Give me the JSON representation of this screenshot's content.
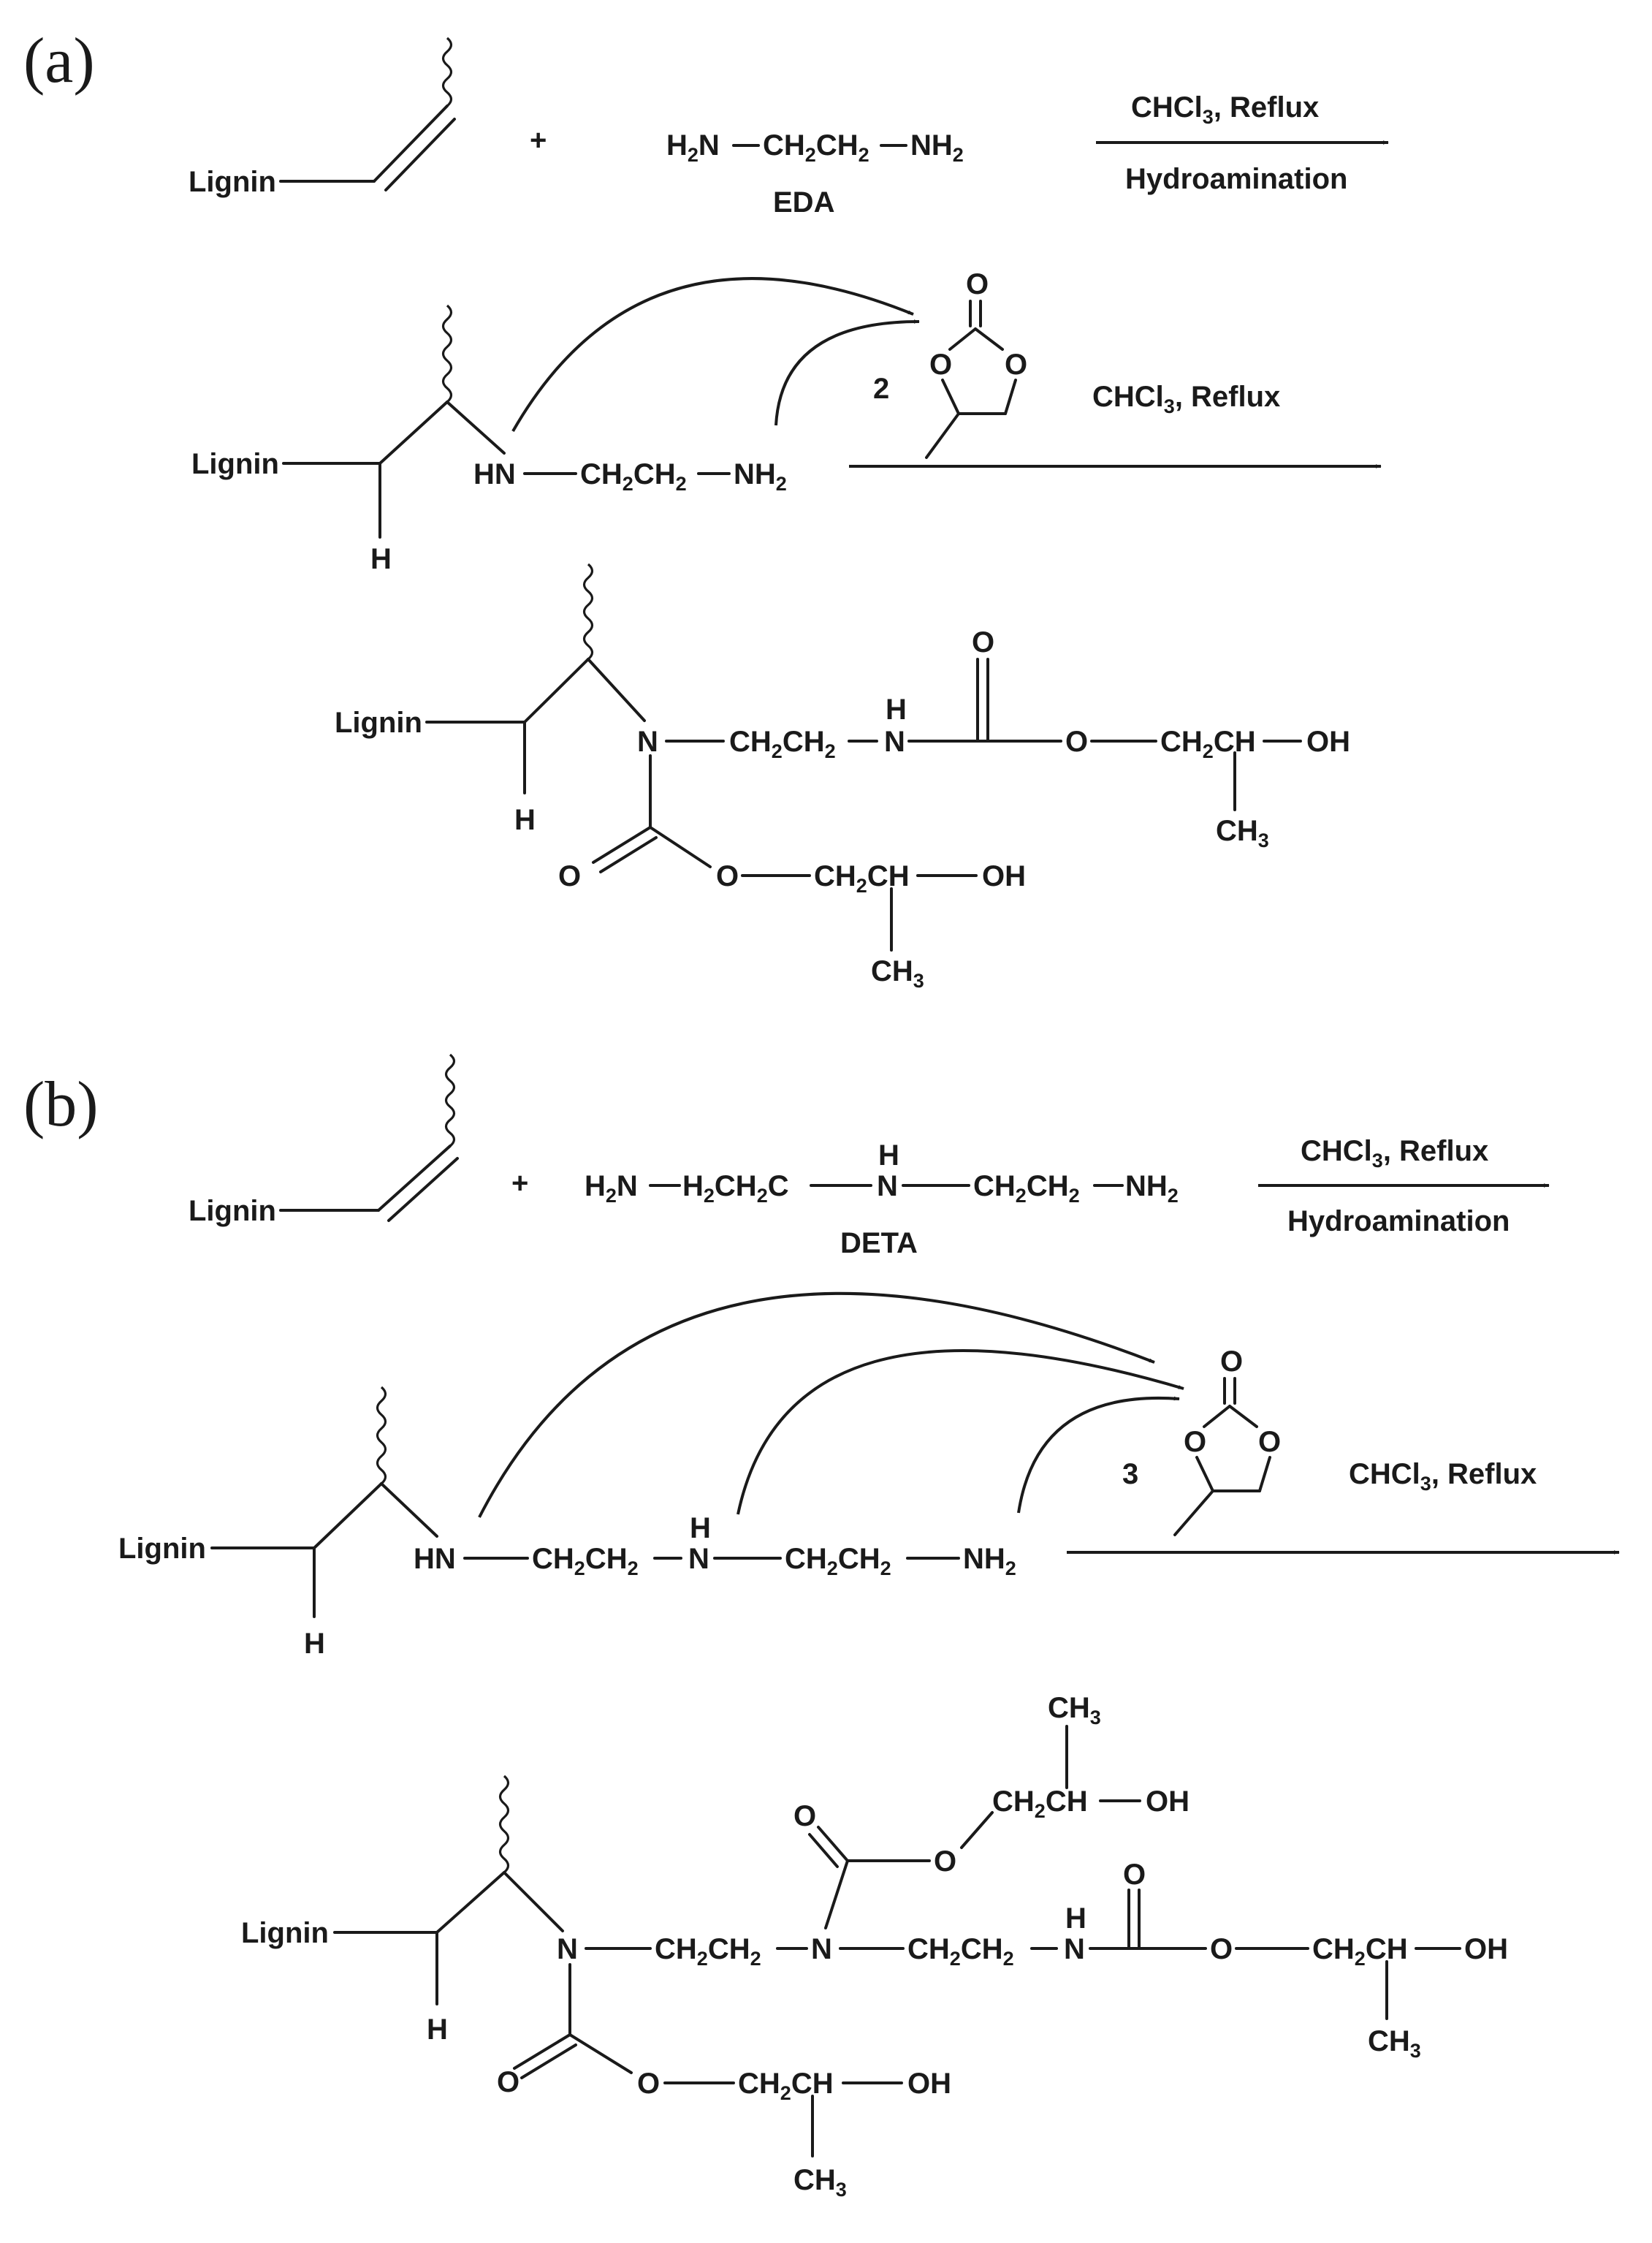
{
  "labels": {
    "panel_a": "(a)",
    "panel_b": "(b)",
    "lignin": "Lignin",
    "plus": "+",
    "H": "H",
    "O": "O",
    "N": "N",
    "HN": "HN",
    "OH": "OH",
    "CH3": "CH3",
    "CH2CH": "CH2CH",
    "CH2CH2": "CH2CH2",
    "NH2": "NH2",
    "H2N": "H2N",
    "H2CH2C": "H2CH2C",
    "H2N_CH2CH2_NH2": "H2N—CH2CH2—NH2",
    "eda": "EDA",
    "deta": "DETA",
    "cond1": "CHCl3, Reflux",
    "hydro": "Hydroamination",
    "n2": "2",
    "n3": "3"
  }
}
